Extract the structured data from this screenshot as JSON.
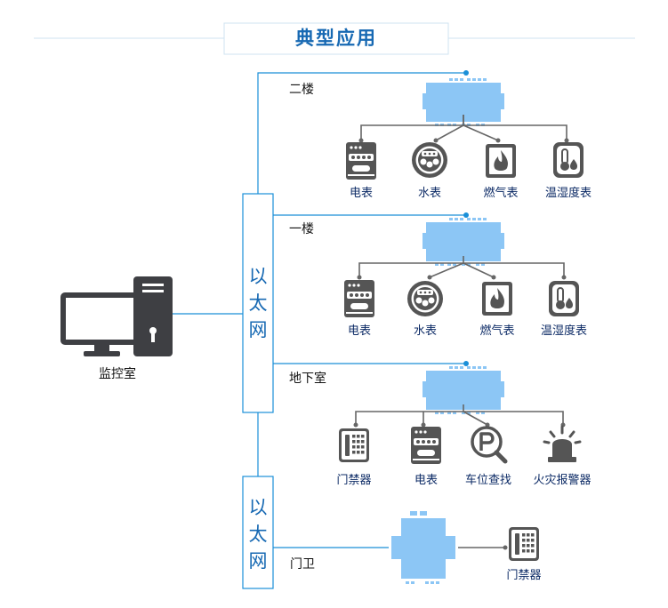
{
  "title": "典型应用",
  "monitor_label": "监控室",
  "ethernet_label_top": [
    "以",
    "太",
    "网"
  ],
  "ethernet_label_bottom": [
    "以",
    "太",
    "网"
  ],
  "floors": [
    {
      "label": "二楼",
      "devices": [
        "电表",
        "水表",
        "燃气表",
        "温湿度表"
      ]
    },
    {
      "label": "一楼",
      "devices": [
        "电表",
        "水表",
        "燃气表",
        "温湿度表"
      ]
    },
    {
      "label": "地下室",
      "devices": [
        "门禁器",
        "电表",
        "车位查找",
        "火灾报警器"
      ]
    }
  ],
  "gate": {
    "label": "门卫",
    "device": "门禁器"
  },
  "colors": {
    "line": "#1a8fd8",
    "device": "#8cc6f5",
    "icon": "#555555",
    "title": "#1769b3"
  },
  "icons": [
    "meter-icon",
    "water-meter-icon",
    "gas-meter-icon",
    "thermometer-icon",
    "access-control-icon",
    "parking-search-icon",
    "alarm-light-icon",
    "computer-icon"
  ]
}
